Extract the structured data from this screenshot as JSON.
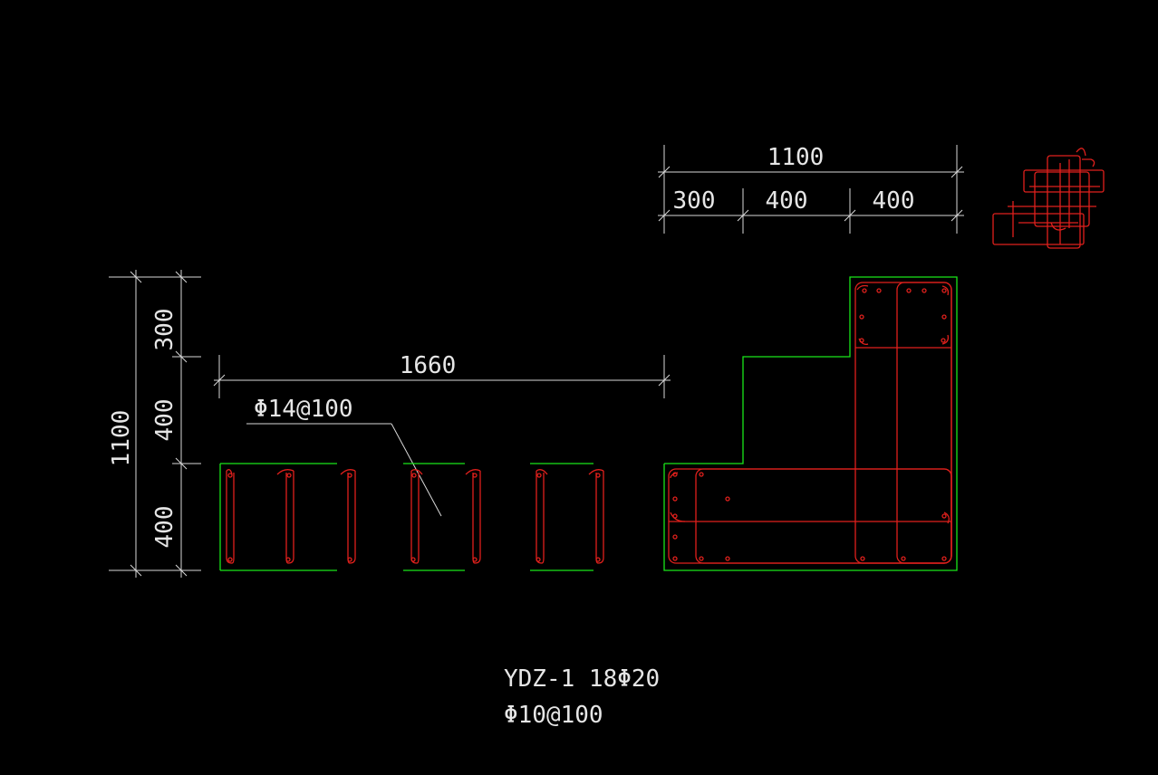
{
  "colors": {
    "background": "#000000",
    "outline": "#19e619",
    "rebar": "#e0201c",
    "text": "#e6e6e6"
  },
  "dims": {
    "top_total": "1100",
    "top_a": "300",
    "top_b": "400",
    "top_c": "400",
    "left_total": "1100",
    "left_a": "300",
    "left_b": "400",
    "left_c": "400",
    "middle": "1660"
  },
  "labels": {
    "stirrup_note": "Φ14@100",
    "column_title": "YDZ-1  18Φ20",
    "column_stirrup": "Φ10@100"
  }
}
